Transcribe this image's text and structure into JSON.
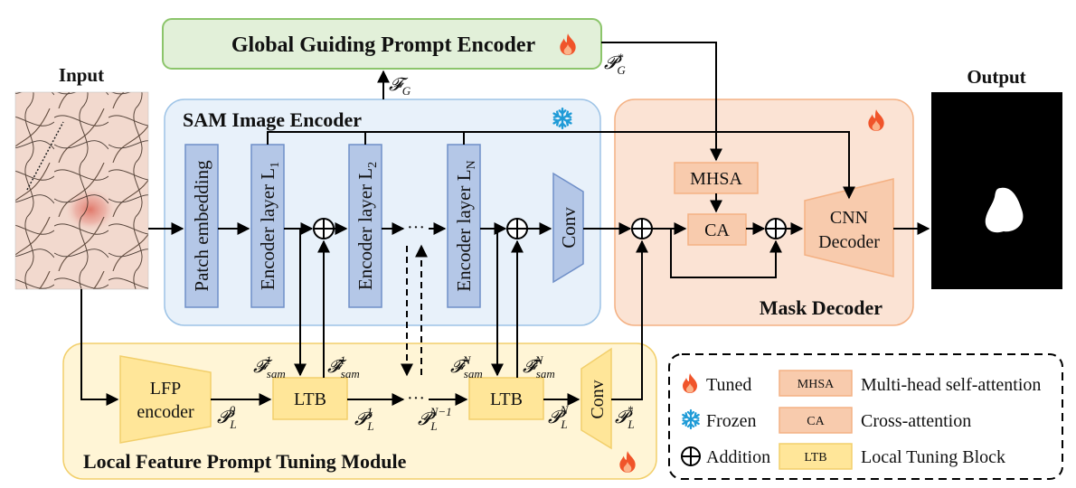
{
  "labels": {
    "input": "Input",
    "output": "Output",
    "global_encoder": "Global Guiding Prompt Encoder",
    "sam_encoder": "SAM Image Encoder",
    "mask_decoder": "Mask Decoder",
    "lfpt_module": "Local Feature Prompt Tuning Module",
    "patch_embedding": "Patch embedding",
    "encoder_layer_1": "Encoder layer L",
    "encoder_layer_1_sub": "1",
    "encoder_layer_2": "Encoder layer L",
    "encoder_layer_2_sub": "2",
    "encoder_layer_n": "Encoder layer L",
    "encoder_layer_n_sub": "N",
    "conv_sam": "Conv",
    "conv_local": "Conv",
    "mhsa": "MHSA",
    "ca": "CA",
    "cnn_decoder_1": "CNN",
    "cnn_decoder_2": "Decoder",
    "lfp_encoder_1": "LFP",
    "lfp_encoder_2": "encoder",
    "ltb_1": "LTB",
    "ltb_n": "LTB",
    "ellipsis_top": "···",
    "ellipsis_bottom": "···"
  },
  "math": {
    "f_g": "𝓕",
    "f_g_sub": "G",
    "p_g": "𝓟",
    "p_g_sub": "G",
    "p_g_sup": "*",
    "f_sam_1": "𝓕",
    "f_sam_1_sub": "sam",
    "f_sam_1_sup": "1",
    "fhat_sam_1": "𝓕̂",
    "fhat_sam_1_sub": "sam",
    "fhat_sam_1_sup": "1",
    "f_sam_n": "𝓕",
    "f_sam_n_sub": "sam",
    "f_sam_n_sup": "N",
    "fhat_sam_n": "𝓕̂",
    "fhat_sam_n_sub": "sam",
    "fhat_sam_n_sup": "N",
    "p_l_0": "𝓟",
    "p_l_0_sub": "L",
    "p_l_0_sup": "0",
    "p_l_1": "𝓟",
    "p_l_1_sub": "L",
    "p_l_1_sup": "1",
    "p_l_n1": "𝓟",
    "p_l_n1_sub": "L",
    "p_l_n1_sup": "N−1",
    "p_l_n": "𝓟",
    "p_l_n_sub": "L",
    "p_l_n_sup": "N",
    "p_l_star": "𝓟",
    "p_l_star_sub": "L",
    "p_l_star_sup": "*"
  },
  "legend": {
    "tuned": "Tuned",
    "frozen": "Frozen",
    "addition": "Addition",
    "mhsa_abbr": "MHSA",
    "mhsa_full": "Multi-head self-attention",
    "ca_abbr": "CA",
    "ca_full": "Cross-attention",
    "ltb_abbr": "LTB",
    "ltb_full": "Local Tuning Block"
  },
  "colors": {
    "green_fill": "#e2f0d9",
    "green_stroke": "#8cc56b",
    "blue_panel_fill": "#e8f1fa",
    "blue_panel_stroke": "#9dc3e6",
    "blue_block_fill": "#b4c7e7",
    "blue_block_stroke": "#6f8fc8",
    "orange_panel_fill": "#fbe3d4",
    "orange_panel_stroke": "#f4b183",
    "orange_block_fill": "#f8cbad",
    "yellow_panel_fill": "#fff5d6",
    "yellow_panel_stroke": "#f2cf6b",
    "yellow_block_fill": "#ffe699",
    "flame": "#f0542a",
    "snowflake": "#1f9bd7"
  }
}
